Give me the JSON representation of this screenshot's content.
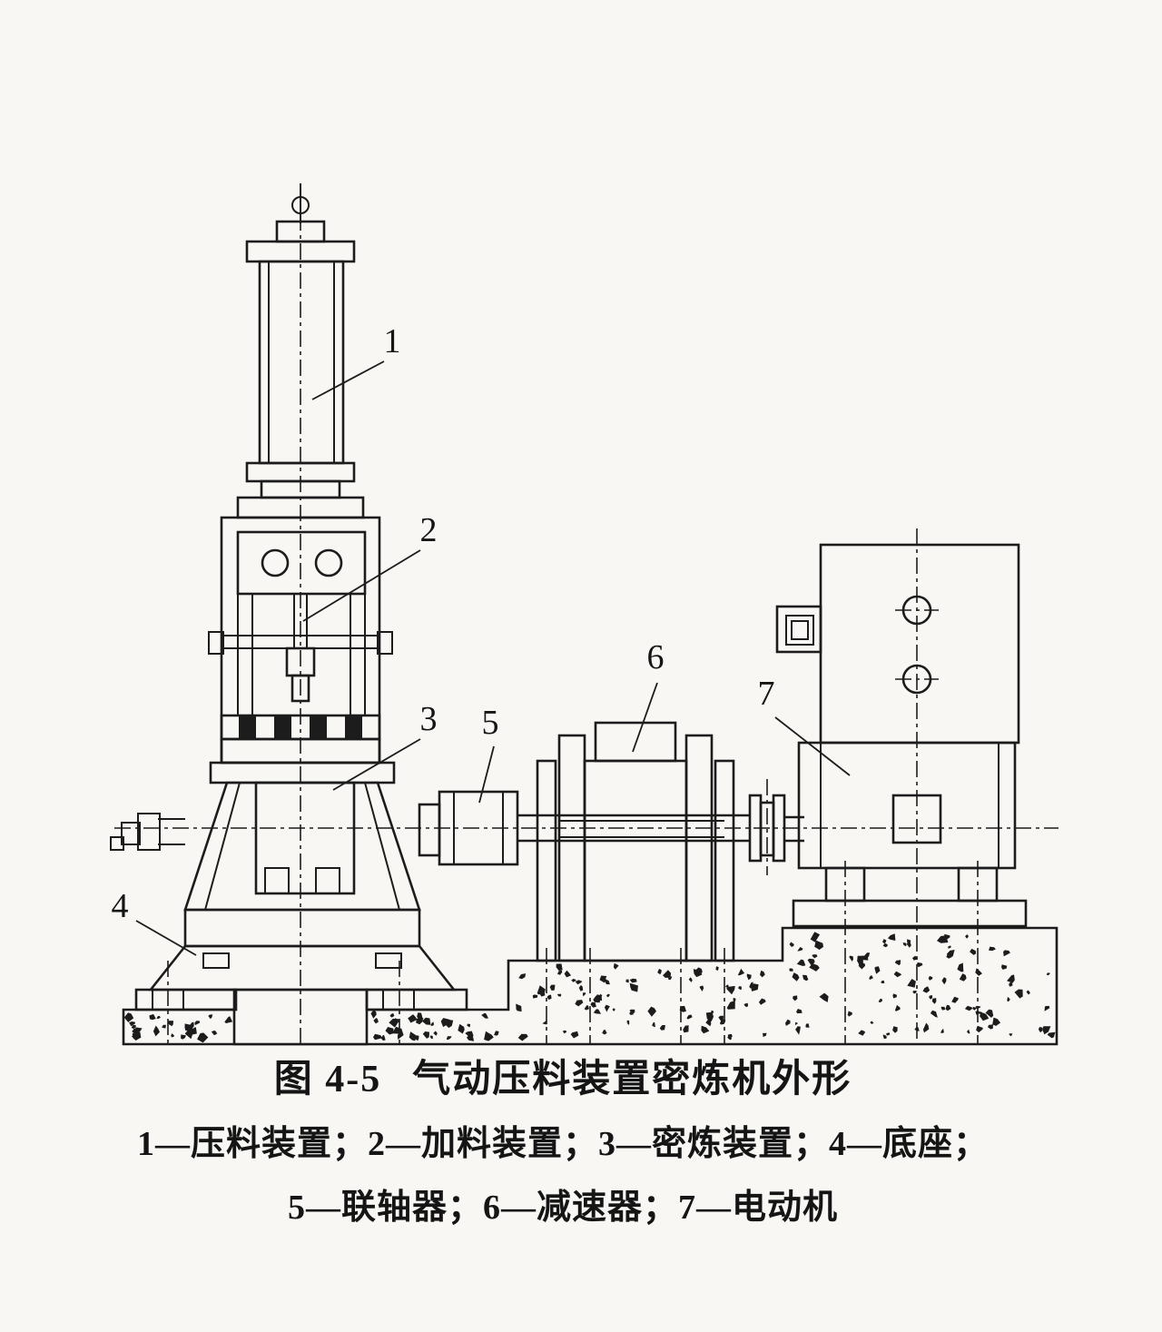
{
  "figure": {
    "caption_number": "图 4-5",
    "caption_title": "气动压料装置密炼机外形",
    "legend_line1": "1—压料装置；2—加料装置；3—密炼装置；4—底座；",
    "legend_line2": "5—联轴器；6—减速器；7—电动机"
  },
  "callouts": {
    "c1": "1",
    "c2": "2",
    "c3": "3",
    "c4": "4",
    "c5": "5",
    "c6": "6",
    "c7": "7"
  },
  "parts": [
    {
      "number": "1",
      "name": "压料装置"
    },
    {
      "number": "2",
      "name": "加料装置"
    },
    {
      "number": "3",
      "name": "密炼装置"
    },
    {
      "number": "4",
      "name": "底座"
    },
    {
      "number": "5",
      "name": "联轴器"
    },
    {
      "number": "6",
      "name": "减速器"
    },
    {
      "number": "7",
      "name": "电动机"
    }
  ],
  "colors": {
    "ink": "#1c1c1c",
    "paper": "#f8f7f4"
  }
}
